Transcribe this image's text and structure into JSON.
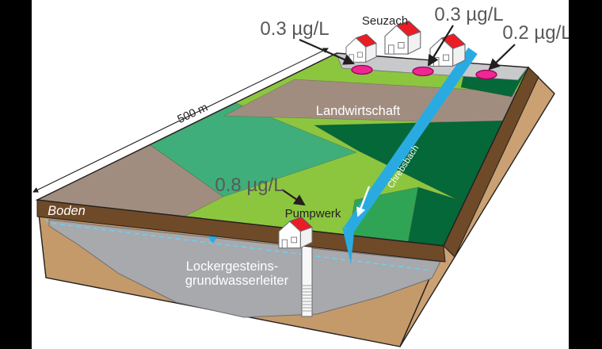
{
  "figure": {
    "type": "3d-hydrogeology-block-diagram",
    "scale_label": "500 m",
    "labels": {
      "village": "Seuzach",
      "land_use": "Landwirtschaft",
      "stream": "Chrebsbach",
      "soil": "Boden",
      "pumping_station": "Pumpwerk",
      "aquifer_line1": "Lockergesteins-",
      "aquifer_line2": "grundwasserleiter"
    },
    "measurements": {
      "m1": "0.3 µg/L",
      "m2": "0.3 µg/L",
      "m3": "0.2 µg/L",
      "m4": "0.8 µg/L"
    },
    "colors": {
      "grass_light": "#8CC63F",
      "grass_teal": "#3FAE7A",
      "grass_medium": "#2FA455",
      "grass_dark": "#046838",
      "field_taupe": "#A18D80",
      "settlement_gray": "#C8C9CB",
      "stream_blue": "#29ABE2",
      "soil_brown": "#6F4A28",
      "underground_tan": "#C49A6B",
      "aquifer_gray": "#A7A9AC",
      "water_table_blue": "#6DCFF6",
      "measurement_pink": "#ED2891",
      "roof_red": "#EC1C24",
      "label_gray": "#58595B"
    }
  }
}
